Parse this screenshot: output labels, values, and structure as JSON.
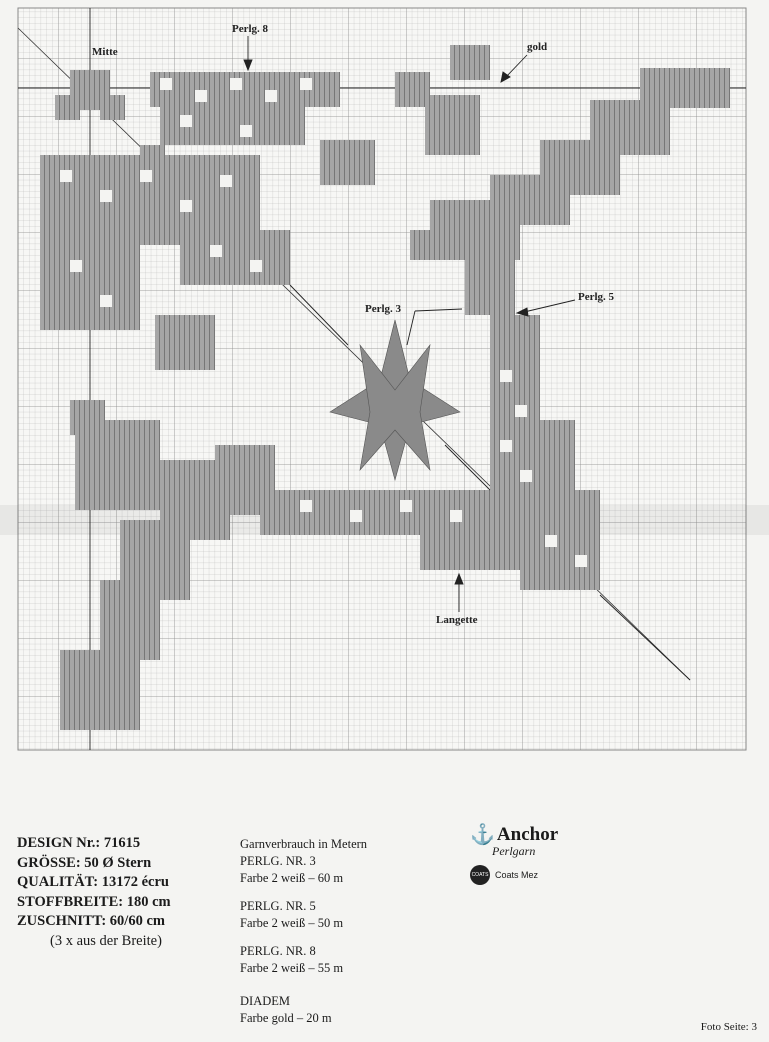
{
  "annotations": {
    "mitte": "Mitte",
    "perlg8": "Perlg. 8",
    "gold": "gold",
    "perlg3": "Perlg. 3",
    "perlg5": "Perlg. 5",
    "langette": "Langette"
  },
  "design": {
    "nr": "DESIGN Nr.: 71615",
    "groesse": "GRÖSSE: 50 Ø Stern",
    "qualitaet": "QUALITÄT: 13172 écru",
    "stoffbreite": "STOFFBREITE: 180 cm",
    "zuschnitt": "ZUSCHNITT: 60/60 cm",
    "zuschnitt_note": "(3 x aus der Breite)"
  },
  "yarn": {
    "heading": "Garnverbrauch in Metern",
    "items": [
      {
        "name": "PERLG. NR. 3",
        "color": "Farbe 2 weiß – 60 m"
      },
      {
        "name": "PERLG. NR. 5",
        "color": "Farbe 2 weiß – 50 m"
      },
      {
        "name": "PERLG. NR. 8",
        "color": "Farbe 2 weiß – 55 m"
      },
      {
        "name": "DIADEM",
        "color": "Farbe gold – 20 m"
      }
    ]
  },
  "brand": {
    "name": "Anchor",
    "subtitle": "Perlgarn",
    "coats": "Coats Mez",
    "coats_mark": "COATS"
  },
  "foto": "Foto Seite: 3",
  "colors": {
    "ink": "#1b1b1b",
    "grid": "#a7a7a7",
    "paper": "#f4f4f2"
  }
}
